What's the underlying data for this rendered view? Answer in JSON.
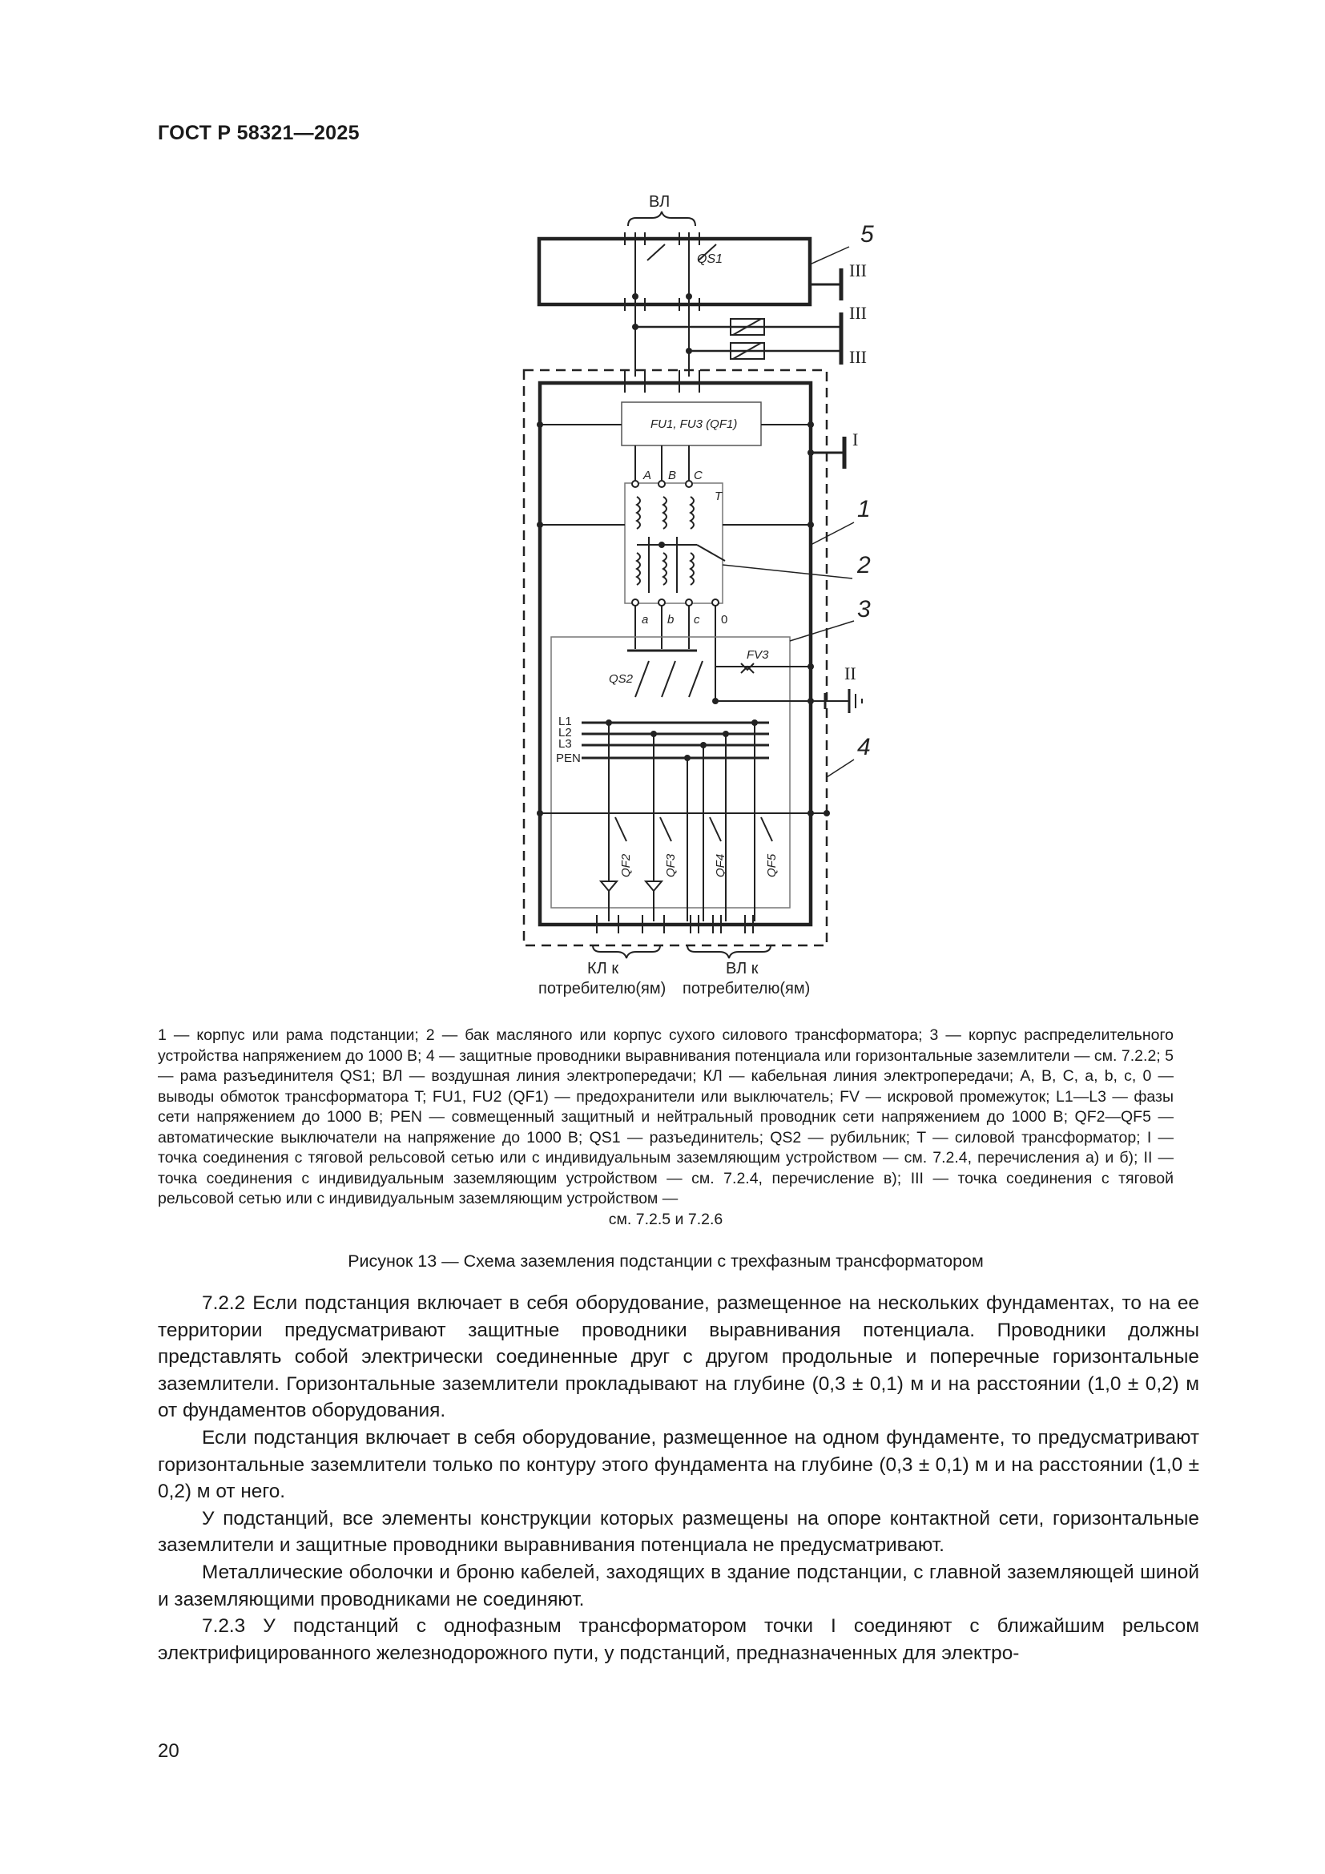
{
  "header": {
    "doc_id": "ГОСТ Р 58321—2025"
  },
  "figure": {
    "labels": {
      "vl_top": "ВЛ",
      "qs1": "QS1",
      "fu": "FU1, FU3 (QF1)",
      "phase_a": "A",
      "phase_b": "B",
      "phase_c": "C",
      "transformer": "T",
      "low_a": "a",
      "low_b": "b",
      "low_c": "c",
      "low_0": "0",
      "fv3": "FV3",
      "qs2": "QS2",
      "l1": "L1",
      "l2": "L2",
      "l3": "L3",
      "pen": "PEN",
      "qf2": "QF2",
      "qf3": "QF3",
      "qf4": "QF4",
      "qf5": "QF5",
      "kl_bottom_1": "КЛ к",
      "kl_bottom_2": "потребителю(ям)",
      "vl_bottom_1": "ВЛ к",
      "vl_bottom_2": "потребителю(ям)",
      "num_1": "1",
      "num_2": "2",
      "num_3": "3",
      "num_4": "4",
      "num_5": "5",
      "roman_iii_1": "III",
      "roman_iii_2": "III",
      "roman_iii_3": "III",
      "roman_i": "I",
      "roman_ii": "II"
    }
  },
  "caption": {
    "text": "1 — корпус или рама подстанции; 2 — бак масляного или корпус сухого силового трансформатора; 3 — корпус распределительного устройства напряжением до 1000 В; 4 — защитные проводники выравнивания потенциала или горизонтальные заземлители — см. 7.2.2; 5 — рама разъединителя QS1; ВЛ — воздушная линия электропередачи; КЛ — кабельная линия электропередачи; A, B, C, a, b, c, 0 — выводы обмоток трансформатора T; FU1, FU2 (QF1) — предохранители или выключатель; FV — искровой промежуток; L1—L3 — фазы сети напряжением до 1000 В; PEN — совмещенный защитный и нейтральный проводник сети напряжением до 1000 В; QF2—QF5 — автоматические выключатели на напряжение до 1000 В; QS1 — разъединитель; QS2 — рубильник; T — силовой трансформатор; I — точка соединения с тяговой рельсовой сетью или с индивидуальным заземляющим устройством — см. 7.2.4, перечисления а) и б); II — точка соединения с индивидуальным заземляющим устройством — см. 7.2.4, перечисление в); III — точка соединения с тяговой рельсовой сетью или с индивидуальным заземляющим устройством —",
    "last_line": "см. 7.2.5 и 7.2.6"
  },
  "figure_title": "Рисунок 13 — Схема заземления подстанции с трехфазным трансформатором",
  "body": {
    "p1": "7.2.2 Если подстанция включает в себя оборудование, размещенное на нескольких фундаментах, то на ее территории предусматривают защитные проводники выравнивания потенциала. Проводники должны представлять собой электрически соединенные друг с другом продольные и поперечные горизонтальные заземлители. Горизонтальные заземлители прокладывают на глубине (0,3 ± 0,1) м и на расстоянии (1,0 ± 0,2) м от фундаментов оборудования.",
    "p2": "Если подстанция включает в себя оборудование, размещенное на одном фундаменте, то предусматривают горизонтальные заземлители только по контуру этого фундамента на глубине (0,3 ± 0,1) м и на расстоянии (1,0 ± 0,2) м от него.",
    "p3": "У подстанций, все элементы конструкции которых размещены на опоре контактной сети, горизонтальные заземлители и защитные проводники выравнивания потенциала не предусматривают.",
    "p4": "Металлические оболочки и броню кабелей, заходящих в здание подстанции, с главной заземляющей шиной и заземляющими проводниками не соединяют.",
    "p5": "7.2.3 У подстанций с однофазным трансформатором точки I соединяют с ближайшим рельсом электрифицированного железнодорожного пути, у подстанций, предназначенных для электро-"
  },
  "page_number": "20"
}
